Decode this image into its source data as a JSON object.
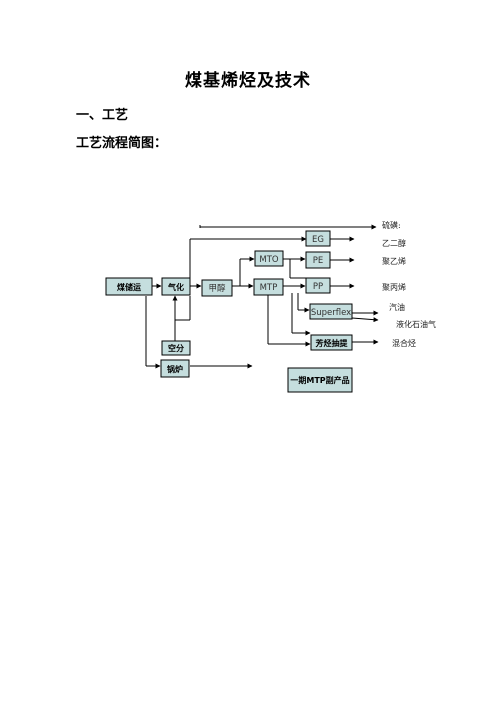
{
  "title": "煤基烯烃及技术",
  "section": "一、工艺",
  "subsection": "工艺流程简图：",
  "diagram": {
    "nodes": {
      "coal_transport": "煤储运",
      "gasification": "气化",
      "methanol": "甲醇",
      "air_separation": "空分",
      "boiler": "锅炉",
      "mto": "MTO",
      "mtp": "MTP",
      "eg": "EG",
      "pe": "PE",
      "pp": "PP",
      "superflex": "Superflex",
      "aromatics": "芳烃抽提",
      "mtp_byproduct": "一期MTP副产品"
    },
    "outputs": {
      "sulfur": "硫磺:",
      "ethylene_glycol": "乙二醇",
      "polyethylene": "聚乙烯",
      "polypropylene": "聚丙烯",
      "gasoline": "汽油",
      "lpg": "液化石油气",
      "mixed_hydrocarbons": "混合烃"
    }
  }
}
